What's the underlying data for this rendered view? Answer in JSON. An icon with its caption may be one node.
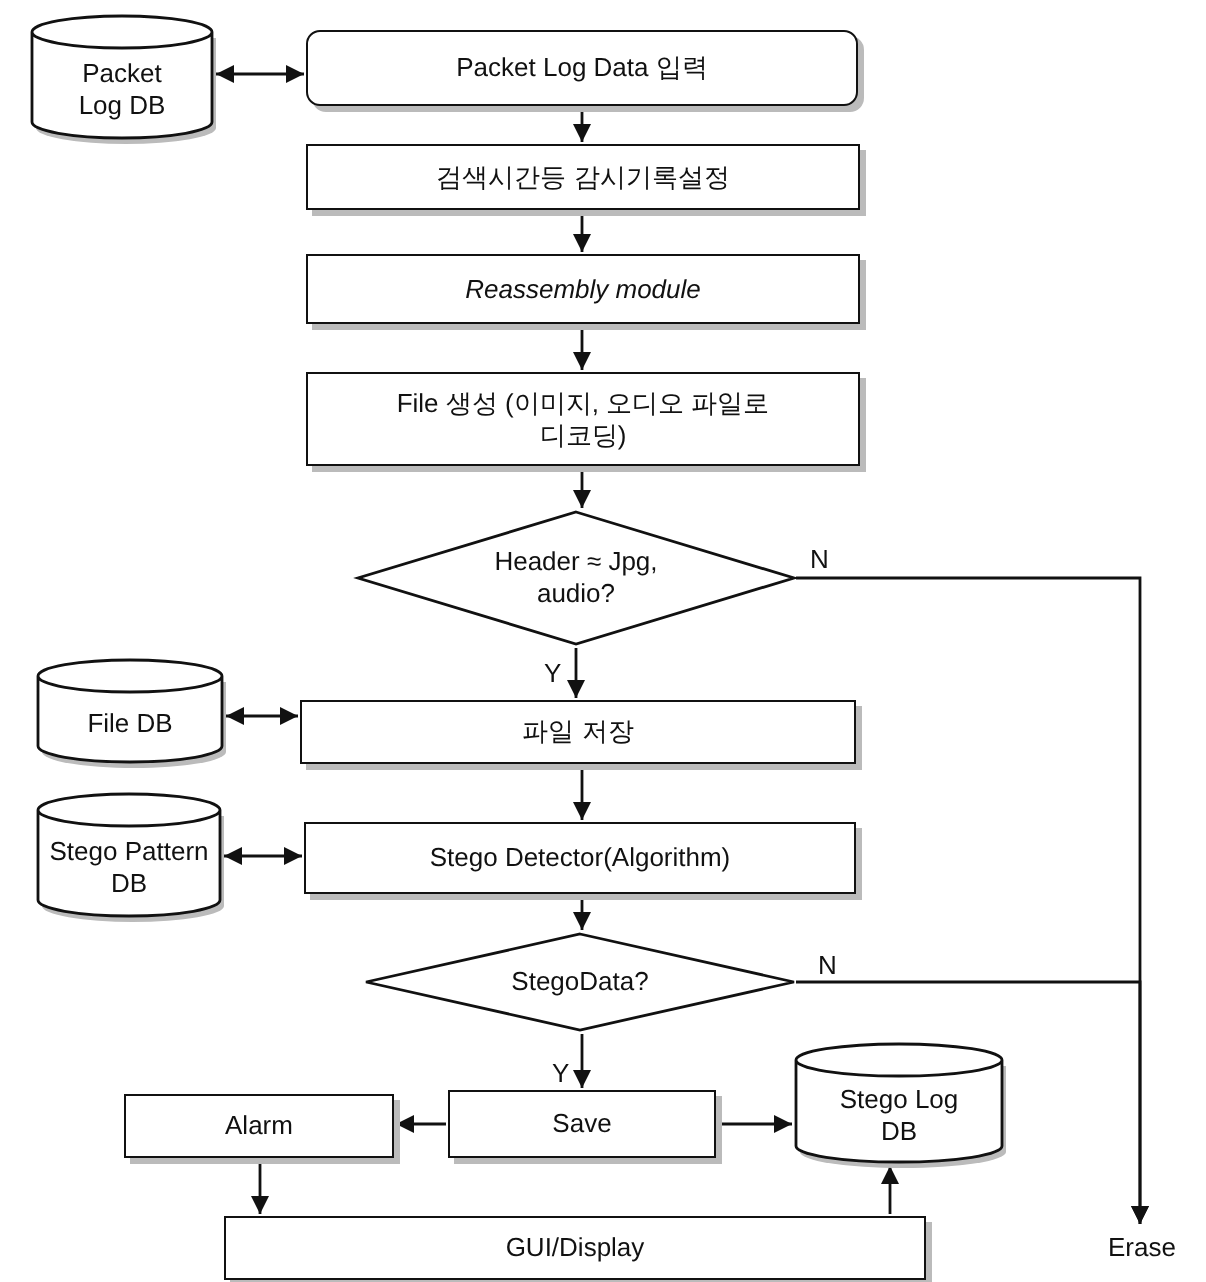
{
  "diagram": {
    "nodes": [
      {
        "text": [
          "Packet Log DB"
        ]
      },
      {
        "text": [
          "Packet Log Data 입력"
        ]
      },
      {
        "text": [
          "검색시간등 감시기록설정"
        ]
      },
      {
        "text": [
          "Reassembly module"
        ]
      },
      {
        "text": [
          "File 생성 (이미지, 오디오 파일로 디코딩)"
        ]
      },
      {
        "text": [
          "Header ≈ Jpg, audio?"
        ]
      },
      {
        "text": [
          "File DB"
        ]
      },
      {
        "text": [
          "파일 저장"
        ]
      },
      {
        "text": [
          "Stego Pattern DB"
        ]
      },
      {
        "text": [
          "Stego Detector(Algorithm)"
        ]
      },
      {
        "text": [
          "StegoData?"
        ]
      },
      {
        "text": [
          "Alarm"
        ]
      },
      {
        "text": [
          "Save"
        ]
      },
      {
        "text": [
          "Stego Log DB"
        ]
      },
      {
        "text": [
          "GUI/Display"
        ]
      },
      {
        "text": [
          "Erase"
        ]
      }
    ],
    "edges": [
      {
        "from": 0,
        "to": 1,
        "arrow": "both"
      },
      {
        "from": 1,
        "to": 2,
        "arrow": "to"
      },
      {
        "from": 2,
        "to": 3,
        "arrow": "to"
      },
      {
        "from": 3,
        "to": 4,
        "arrow": "to"
      },
      {
        "from": 4,
        "to": 5,
        "arrow": "to"
      },
      {
        "from": 5,
        "to": 7,
        "arrow": "to",
        "label": "Y"
      },
      {
        "from": 6,
        "to": 7,
        "arrow": "both"
      },
      {
        "from": 7,
        "to": 9,
        "arrow": "to"
      },
      {
        "from": 8,
        "to": 9,
        "arrow": "both"
      },
      {
        "from": 9,
        "to": 10,
        "arrow": "to"
      },
      {
        "from": 10,
        "to": 12,
        "arrow": "to",
        "label": "Y"
      },
      {
        "from": 5,
        "to": 15,
        "arrow": "to",
        "label": "N"
      },
      {
        "from": 10,
        "to": 15,
        "arrow": "to",
        "label": "N"
      },
      {
        "from": 12,
        "to": 11,
        "arrow": "to"
      },
      {
        "from": 12,
        "to": 13,
        "arrow": "to"
      },
      {
        "from": 11,
        "to": 14,
        "arrow": "to"
      },
      {
        "from": 14,
        "to": 13,
        "arrow": "to"
      }
    ]
  }
}
